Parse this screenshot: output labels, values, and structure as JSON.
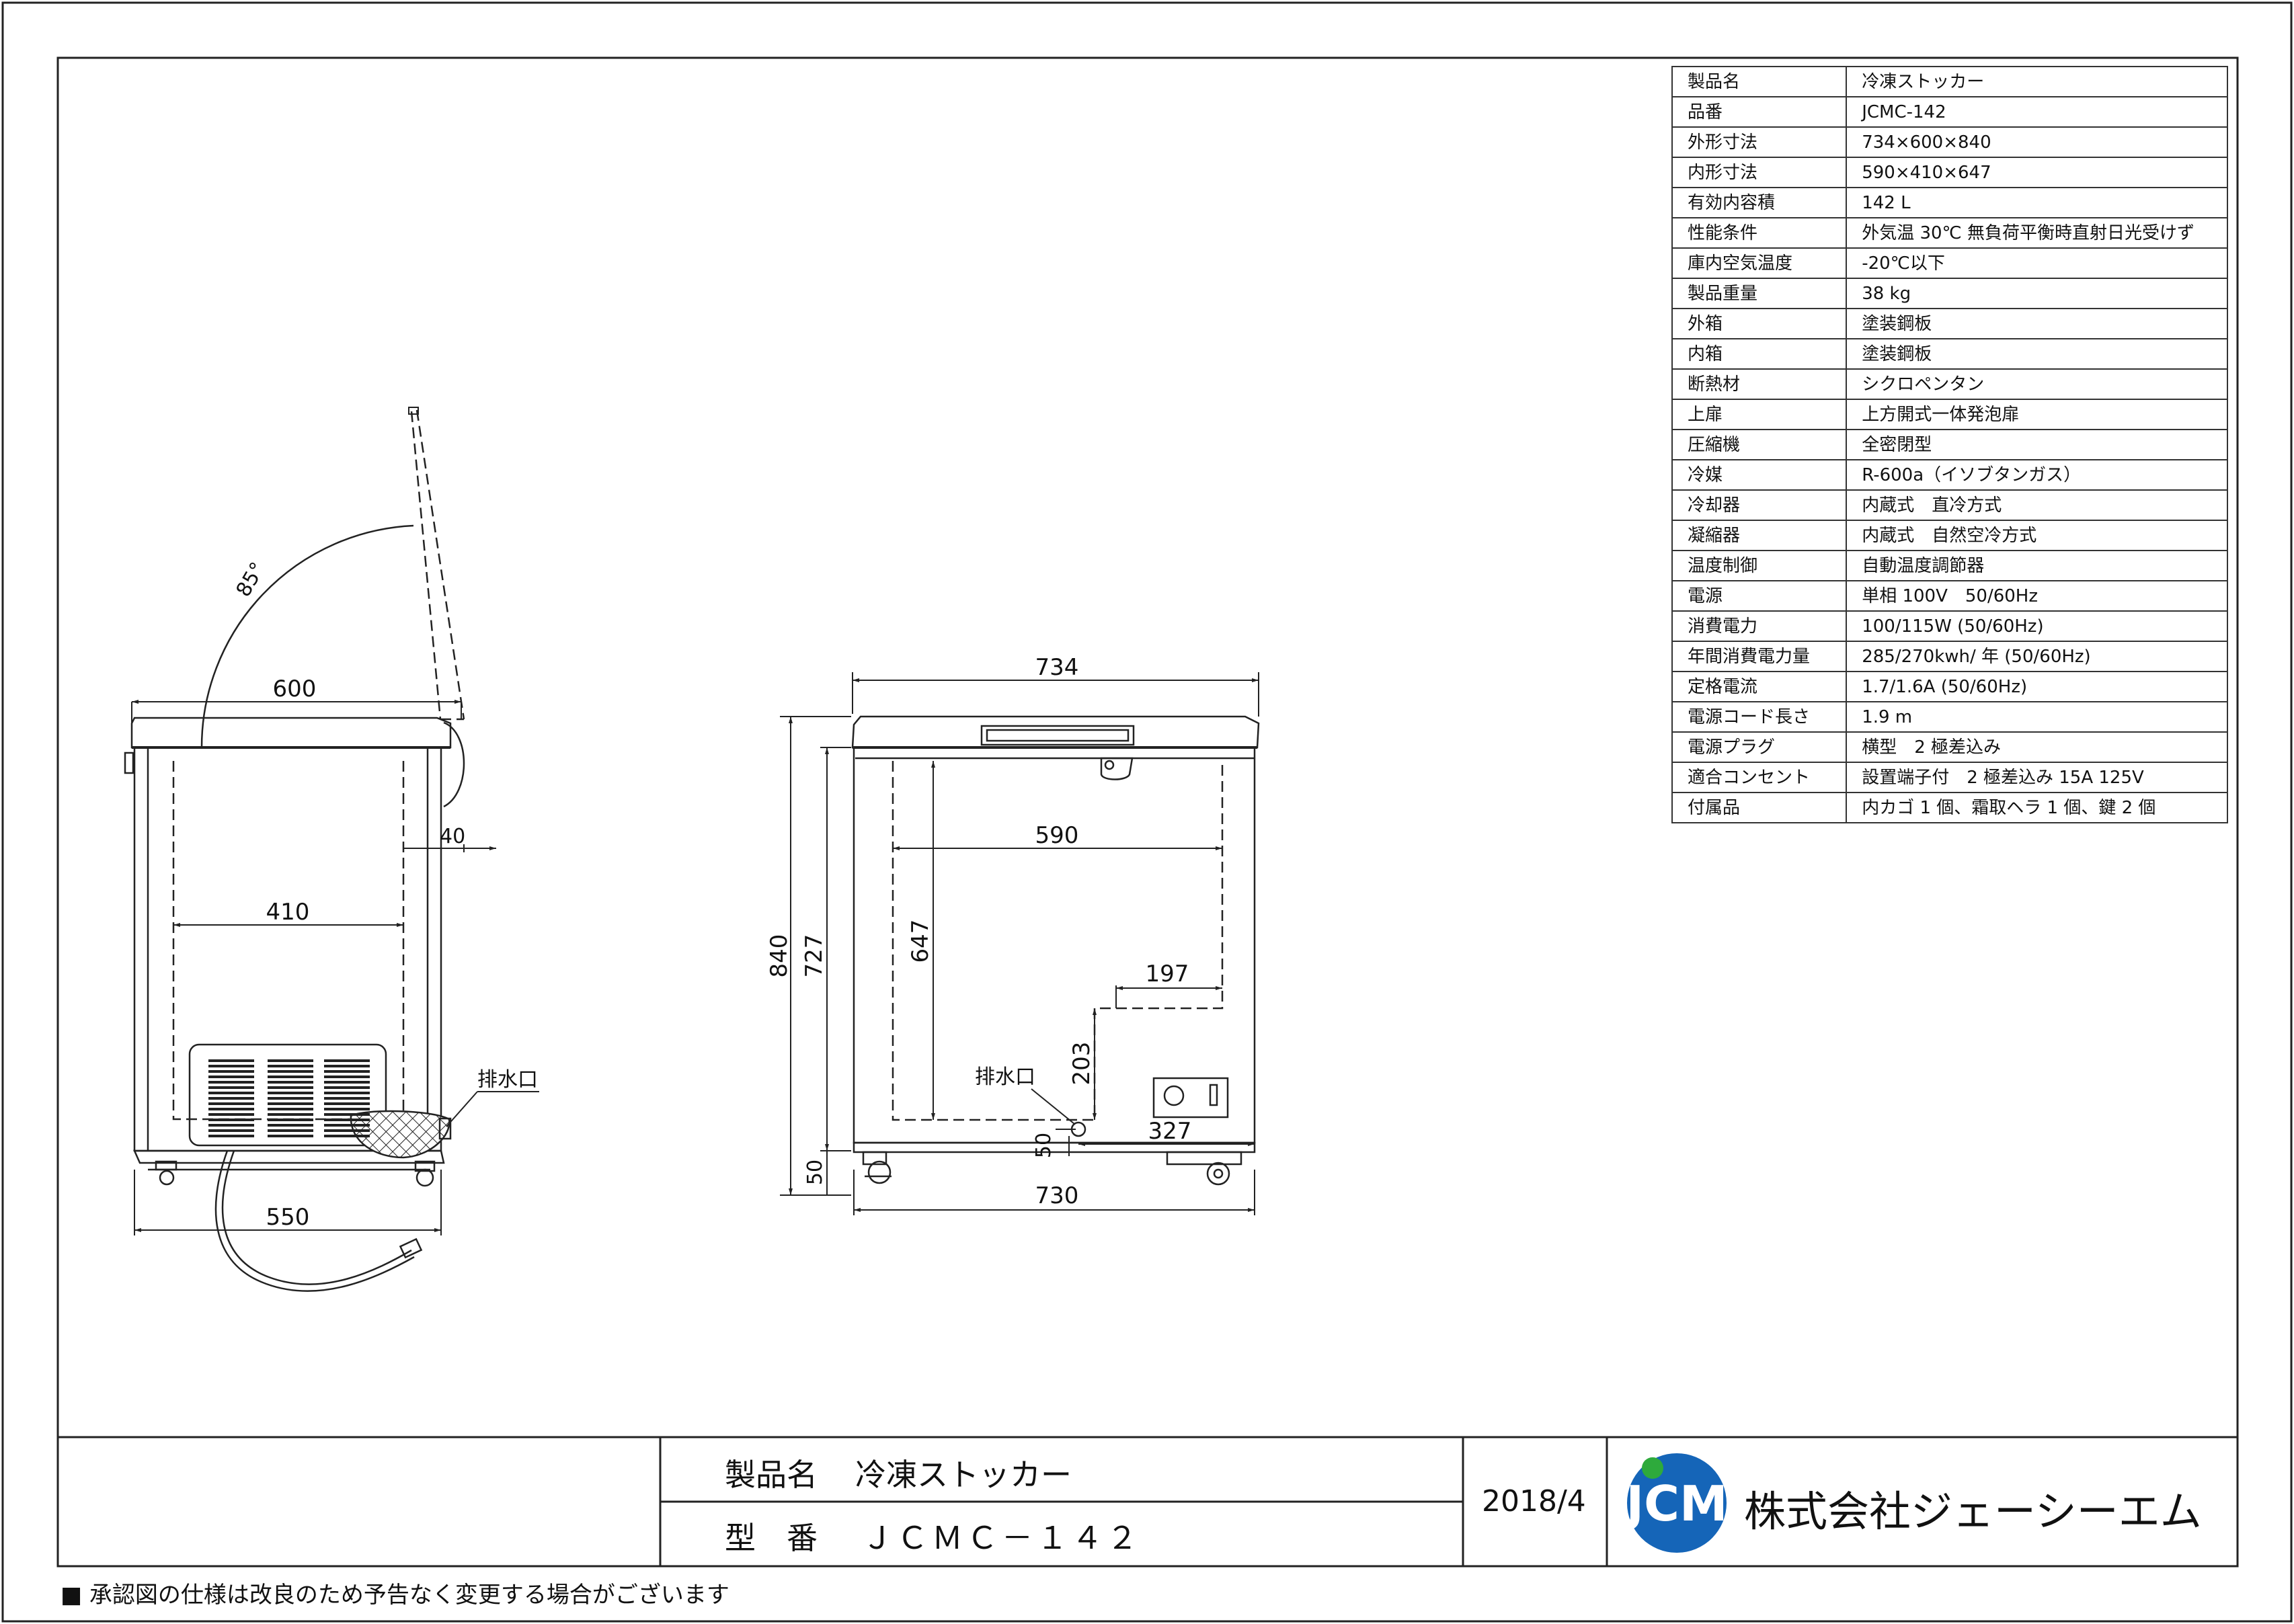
{
  "spec_table": [
    {
      "label": "製品名",
      "value": "冷凍ストッカー"
    },
    {
      "label": "品番",
      "value": "JCMC-142"
    },
    {
      "label": "外形寸法",
      "value": "734×600×840"
    },
    {
      "label": "内形寸法",
      "value": "590×410×647"
    },
    {
      "label": "有効内容積",
      "value": "142 L"
    },
    {
      "label": "性能条件",
      "value": "外気温 30℃ 無負荷平衡時直射日光受けず"
    },
    {
      "label": "庫内空気温度",
      "value": "-20℃以下"
    },
    {
      "label": "製品重量",
      "value": "38 kg"
    },
    {
      "label": "外箱",
      "value": "塗装鋼板"
    },
    {
      "label": "内箱",
      "value": "塗装鋼板"
    },
    {
      "label": "断熱材",
      "value": "シクロペンタン"
    },
    {
      "label": "上扉",
      "value": "上方開式一体発泡扉"
    },
    {
      "label": "圧縮機",
      "value": "全密閉型"
    },
    {
      "label": "冷媒",
      "value": "R-600a（イソブタンガス）"
    },
    {
      "label": "冷却器",
      "value": "内蔵式　直冷方式"
    },
    {
      "label": "凝縮器",
      "value": "内蔵式　自然空冷方式"
    },
    {
      "label": "温度制御",
      "value": "自動温度調節器"
    },
    {
      "label": "電源",
      "value": "単相 100V　50/60Hz"
    },
    {
      "label": "消費電力",
      "value": "100/115W (50/60Hz)"
    },
    {
      "label": "年間消費電力量",
      "value": "285/270kwh/ 年 (50/60Hz)"
    },
    {
      "label": "定格電流",
      "value": "1.7/1.6A (50/60Hz)"
    },
    {
      "label": "電源コード長さ",
      "value": "1.9 m"
    },
    {
      "label": "電源プラグ",
      "value": "横型　2 極差込み"
    },
    {
      "label": "適合コンセント",
      "value": "設置端子付　2 極差込み 15A 125V"
    },
    {
      "label": "付属品",
      "value": "内カゴ 1 個、霜取ヘラ 1 個、鍵 2 個"
    }
  ],
  "side_view": {
    "angle": "85°",
    "depth": "600",
    "lid_gap": "40",
    "inner_depth": "410",
    "drain_label": "排水口",
    "base_depth": "550"
  },
  "front_view": {
    "width": "734",
    "height": "840",
    "body_height": "727",
    "inner_width": "590",
    "inner_height": "647",
    "step_width": "197",
    "step_height": "203",
    "drain_label": "排水口",
    "drain_height": "50",
    "drain_offset": "327",
    "foot_height": "50",
    "base_width": "730"
  },
  "title_block": {
    "product_label": "製品名",
    "product_name": "冷凍ストッカー",
    "model_label": "型　番",
    "model_number": "ＪＣＭＣ－１４２",
    "date": "2018/4",
    "logo_text": "JCM",
    "company": "株式会社ジェーシーエム"
  },
  "notice": "■ 承認図の仕様は改良のため予告なく変更する場合がございます",
  "colors": {
    "line": "#222222",
    "logo_blue": "#1565b8",
    "logo_green": "#2eaa3c"
  }
}
